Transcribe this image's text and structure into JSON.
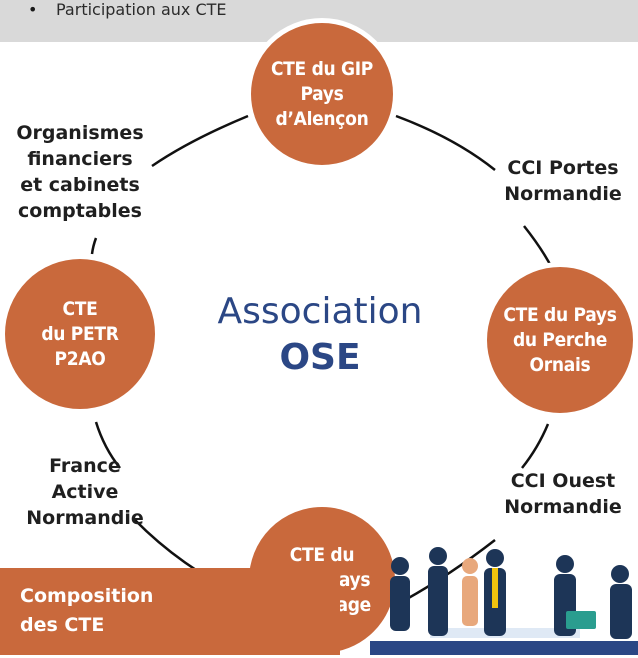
{
  "header": {
    "bullet": "•",
    "text": "Participation aux CTE"
  },
  "center": {
    "line1": "Association",
    "line2": "OSE"
  },
  "nodes": {
    "top": "CTE du GIP\nPays\nd’Alençon",
    "right": "CTE du Pays\ndu Perche\nOrnais",
    "bottom": "CTE du\nPETR Pays\ndu Bocage",
    "left": "CTE\ndu PETR\nP2AO"
  },
  "labels": {
    "top_left": "Organismes\nfinanciers\net cabinets\ncomptables",
    "top_right": "CCI Portes\nNormandie",
    "bottom_right": "CCI Ouest\nNormandie",
    "bottom_left": "France\nActive\nNormandie"
  },
  "banner": {
    "text": "Composition\ndes CTE"
  },
  "colors": {
    "node": "#c9693c",
    "center_text": "#2b4785",
    "header_bg": "#d9d9d9",
    "ring": "#111111"
  }
}
